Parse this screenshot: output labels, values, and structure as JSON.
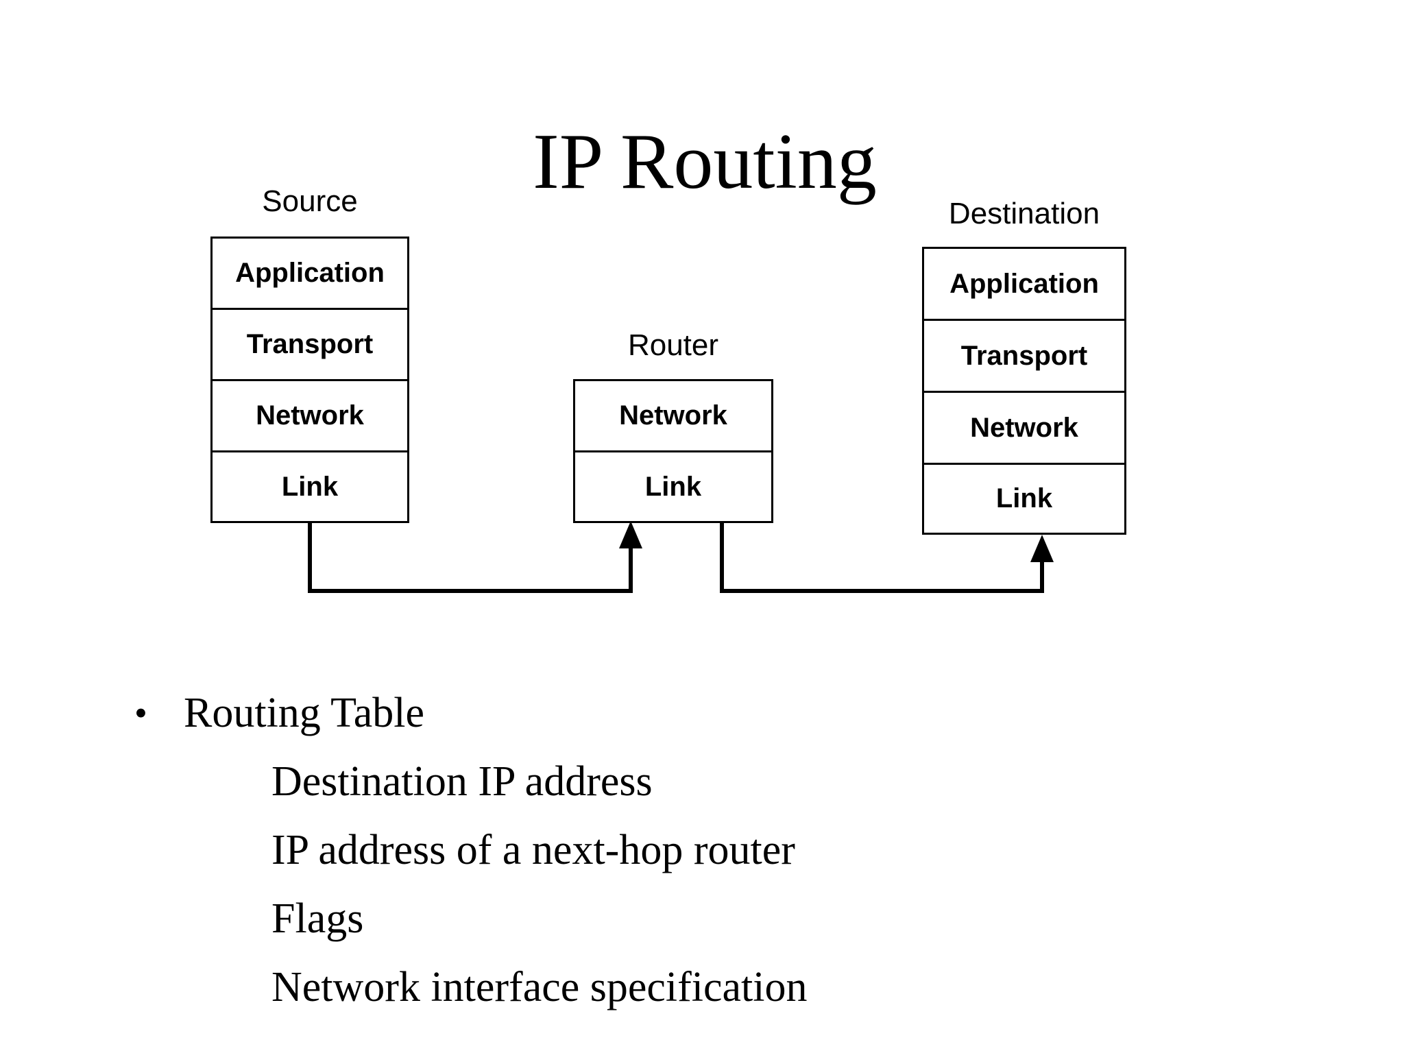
{
  "slide": {
    "title": "IP Routing"
  },
  "diagram": {
    "stacks": [
      {
        "name": "source",
        "label": "Source",
        "layers": [
          "Application",
          "Transport",
          "Network",
          "Link"
        ]
      },
      {
        "name": "router",
        "label": "Router",
        "layers": [
          "Network",
          "Link"
        ]
      },
      {
        "name": "destination",
        "label": "Destination",
        "layers": [
          "Application",
          "Transport",
          "Network",
          "Link"
        ]
      }
    ],
    "connectors": [
      {
        "from": "source-link",
        "to": "router-link",
        "arrow": "up"
      },
      {
        "from": "router-link",
        "to": "destination-link",
        "arrow": "up"
      }
    ],
    "line_color": "#000000"
  },
  "content": {
    "bullets": [
      {
        "level": 1,
        "marker": "•",
        "text": "Routing Table"
      },
      {
        "level": 2,
        "marker": "",
        "text": "Destination IP address"
      },
      {
        "level": 2,
        "marker": "",
        "text": "IP address of a next-hop router"
      },
      {
        "level": 2,
        "marker": "",
        "text": "Flags"
      },
      {
        "level": 2,
        "marker": "",
        "text": "Network interface specification"
      }
    ]
  }
}
